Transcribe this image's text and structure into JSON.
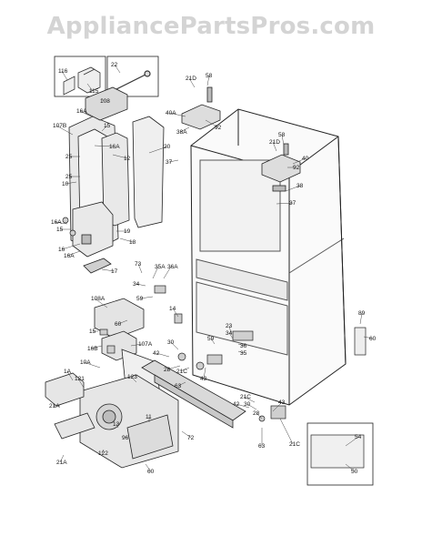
{
  "watermark": "AppliancePartsPros.com",
  "labels": [
    "116",
    "115",
    "22",
    "108",
    "16A",
    "107B",
    "15",
    "16A",
    "25",
    "25",
    "10",
    "12",
    "20",
    "37",
    "21D",
    "58",
    "40A",
    "38A",
    "92",
    "21D",
    "58",
    "40",
    "92",
    "38",
    "37",
    "16A",
    "15",
    "16",
    "16A",
    "19",
    "18",
    "17",
    "73",
    "35A",
    "36A",
    "34",
    "59",
    "14",
    "108A",
    "60",
    "15",
    "16B",
    "107A",
    "10A",
    "30",
    "42",
    "28",
    "21C",
    "63",
    "43",
    "23",
    "34",
    "36",
    "35",
    "59",
    "89",
    "60",
    "1A",
    "121",
    "123",
    "21A",
    "96",
    "122",
    "13",
    "11",
    "72",
    "21C",
    "42",
    "30",
    "28",
    "63",
    "43",
    "21C",
    "54",
    "50",
    "21A",
    "60"
  ]
}
